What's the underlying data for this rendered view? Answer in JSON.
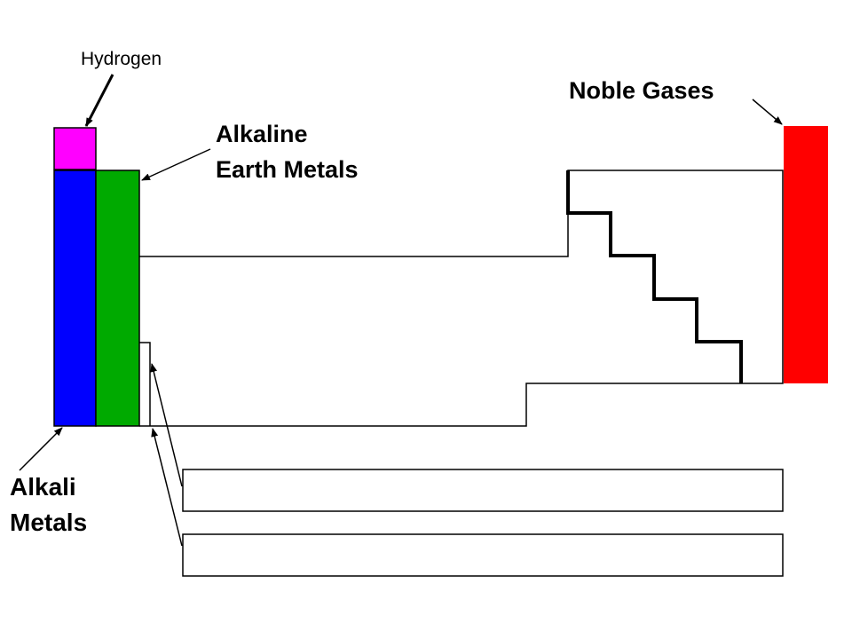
{
  "labels": {
    "hydrogen": "Hydrogen",
    "alkaline_line1": "Alkaline",
    "alkaline_line2": "Earth Metals",
    "noble_gases": "Noble Gases",
    "alkali_line1": "Alkali",
    "alkali_line2": "Metals"
  },
  "colors": {
    "hydrogen": "#ff00ff",
    "alkali_metals": "#0000ff",
    "alkaline_earth_metals": "#00aa00",
    "noble_gases": "#ff0000",
    "outline": "#000000",
    "background": "#ffffff"
  }
}
